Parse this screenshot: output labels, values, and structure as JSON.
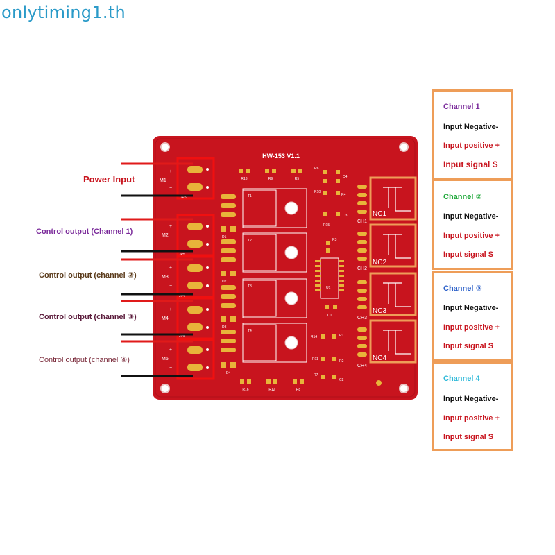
{
  "watermark": "onlytiming1.th",
  "board": {
    "title": "HW-153 V1.1",
    "connectors": [
      "M1",
      "M2",
      "M3",
      "M4",
      "M5"
    ],
    "connector_codes": [
      "JP3",
      "JP5",
      "JP4",
      "JP6",
      "JP8"
    ],
    "mosfets": [
      "T1",
      "T2",
      "T3",
      "T4"
    ],
    "ic_label": "U1",
    "diodes": [
      "D1",
      "D2",
      "D3",
      "D4"
    ],
    "resistors_top": [
      "R13",
      "R9",
      "R5"
    ],
    "resistors_bottom": [
      "R16",
      "R12",
      "R8"
    ],
    "small_parts": [
      "R6",
      "C4",
      "R10",
      "R4",
      "R15",
      "C3",
      "R3",
      "R2",
      "C2",
      "R14",
      "R1",
      "R11",
      "R7",
      "C1"
    ],
    "channel_pins": [
      "CH1",
      "CH2",
      "CH3",
      "CH4"
    ],
    "relay_labels": [
      "NC1",
      "NC2",
      "NC3",
      "NC4"
    ],
    "plus_sign": "+",
    "minus_sign": "−"
  },
  "left_labels": {
    "power": "Power Input",
    "ch1": "Control output (Channel 1)",
    "ch2": "Control output (channel ②)",
    "ch3": "Control output (channel ③)",
    "ch4": "Control output (channel ④)"
  },
  "right_boxes": [
    {
      "title": "Channel 1",
      "title_color": "#7a2a9a",
      "neg": "Input Negative-",
      "pos": "Input positive +",
      "sig": "Input signal S"
    },
    {
      "title": "Channel ②",
      "title_color": "#1fa83a",
      "neg": "Input Negative-",
      "pos": "Input positive +",
      "sig": "Input signal S"
    },
    {
      "title": "Channel ③",
      "title_color": "#2a5fc8",
      "neg": "Input Negative-",
      "pos": "Input positive +",
      "sig": "Input signal S"
    },
    {
      "title": "Channel 4",
      "title_color": "#2bb8d8",
      "neg": "Input Negative-",
      "pos": "Input positive +",
      "sig": "Input signal S"
    }
  ],
  "colors": {
    "pcb": "#c8141e",
    "pad": "#e8b43a",
    "red_wire": "#e01a1a",
    "black_wire": "#111111",
    "highlight_red": "#f01010",
    "highlight_orange": "#ee9d58"
  }
}
